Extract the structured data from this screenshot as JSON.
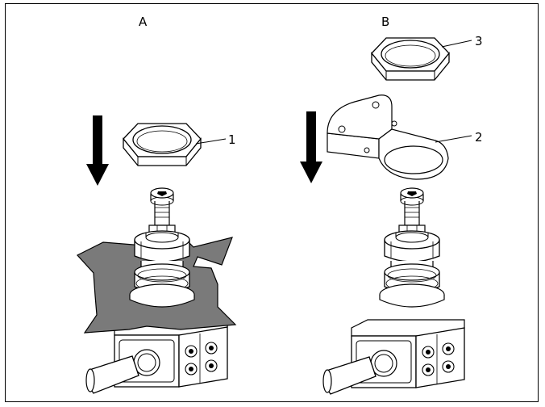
{
  "panels": {
    "a": {
      "label": "A",
      "callouts": [
        {
          "number": "1",
          "part": "hex-nut"
        }
      ]
    },
    "b": {
      "label": "B",
      "callouts": [
        {
          "number": "2",
          "part": "mounting-bracket"
        },
        {
          "number": "3",
          "part": "hex-nut"
        }
      ]
    }
  },
  "colors": {
    "line": "#000000",
    "panel_fill": "#7a7a7a",
    "white": "#ffffff"
  }
}
